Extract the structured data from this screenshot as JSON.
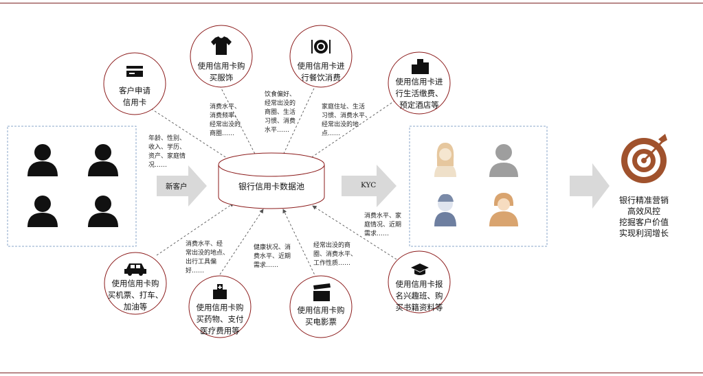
{
  "colors": {
    "rule": "#7a1f1f",
    "dashed_line": "#555555",
    "arrow_fill": "#d9d9d9",
    "circle_border": "#8b1a1a",
    "target": "#a0522d"
  },
  "arrows": {
    "new_customer": "新客户",
    "kyc": "KYC"
  },
  "database": {
    "label": "银行信用卡数据池"
  },
  "circles": {
    "apply": "客户申请\n信用卡",
    "clothing": "使用信用卡购\n买服饰",
    "dining": "使用信用卡进\n行餐饮消费",
    "living": "使用信用卡进\n行生活缴费、\n预定酒店等",
    "travel": "使用信用卡购\n买机票、打车、\n加油等",
    "medical": "使用信用卡购\n买药物、支付\n医疗费用等",
    "movie": "使用信用卡购\n买电影票",
    "education": "使用信用卡报\n名兴趣班、购\n买书籍资料等"
  },
  "icons": {
    "apply": "credit-card-icon",
    "clothing": "tshirt-icon",
    "dining": "plate-utensils-icon",
    "living": "buildings-icon",
    "travel": "car-icon",
    "medical": "hospital-icon",
    "movie": "clapperboard-icon",
    "education": "graduation-cap-icon"
  },
  "notes": {
    "apply": "年龄、性别、\n收入、学历、\n资产、家庭情\n况……",
    "clothing": "消费水平、\n消费频率、\n经常出没的\n商圈……",
    "dining": "饮食偏好、\n经常出没的\n商圈、生活\n习惯、消费\n水平……",
    "living": "家庭住址、生活\n习惯、消费水平、\n经常出没的地\n点……",
    "kyc": "消费水平、家\n庭情况、近期\n需求……",
    "travel": "消费水平、经\n常出没的地点、\n出行工具偏\n好……",
    "medical": "健康状况、消\n费水平、近期\n需求……",
    "movie": "经常出没的商\n圈、消费水平、\n工作性质……"
  },
  "goal": "银行精准营销\n高效风控\n挖掘客户价值\n实现利润增长"
}
